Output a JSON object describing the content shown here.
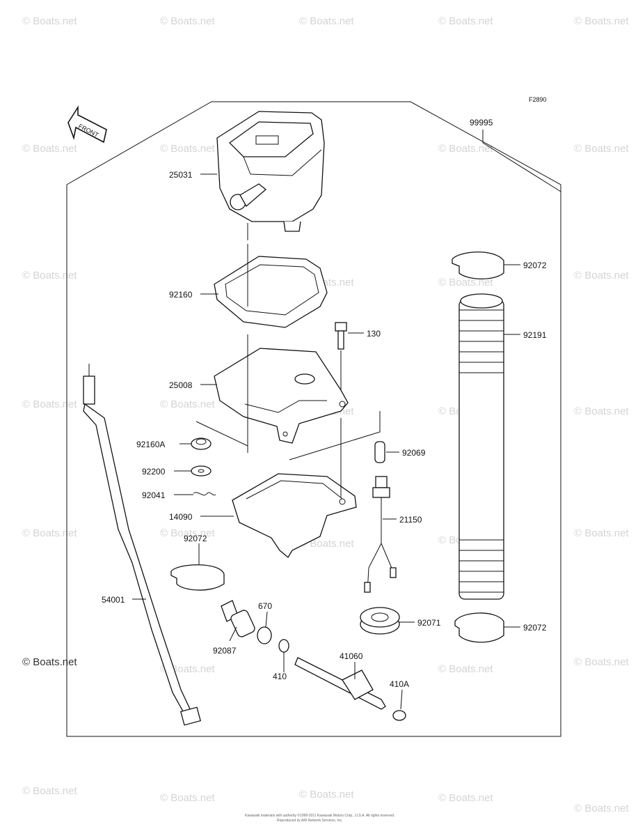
{
  "diagram": {
    "figure_code": "F2890",
    "front_label": "FRONT",
    "copyright_line1": "Kawasaki materials with authority ©1998-2011 Kawasaki Motors Corp., U.S.A. All rights reserved.",
    "copyright_line2": "Reproduced by ARI Network Services, Inc.",
    "watermark_text": "© Boats.net",
    "parts": {
      "p99995": "99995",
      "p25031": "25031",
      "p92160": "92160",
      "p130": "130",
      "p25008": "25008",
      "p92160A": "92160A",
      "p92069": "92069",
      "p92200": "92200",
      "p92041": "92041",
      "p14090": "14090",
      "p21150": "21150",
      "p92072a": "92072",
      "p92072b": "92072",
      "p92072c": "92072",
      "p92191": "92191",
      "p54001": "54001",
      "p670": "670",
      "p92087": "92087",
      "p410": "410",
      "p41060": "41060",
      "p92071": "92071",
      "p410A": "410A"
    }
  }
}
